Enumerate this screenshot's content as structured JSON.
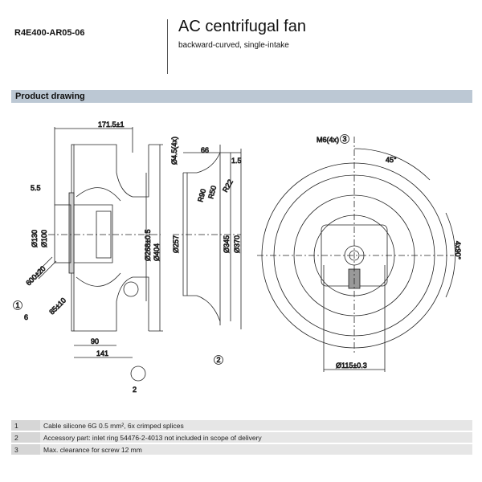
{
  "header": {
    "model": "R4E400-AR05-06",
    "title": "AC centrifugal fan",
    "subtitle": "backward-curved, single-intake"
  },
  "section_title": "Product drawing",
  "drawing": {
    "side_view": {
      "dims": [
        "171.5±1",
        "5.5",
        "Ø130",
        "Ø100",
        "600±20",
        "85±10",
        "6",
        "Ø268±0.5",
        "Ø404",
        "90",
        "141",
        "2"
      ],
      "callout": "1"
    },
    "inlet_ring": {
      "dims": [
        "Ø4.5(4x)",
        "66",
        "1.5",
        "R90",
        "R50",
        "R22",
        "Ø257",
        "Ø345",
        "Ø370"
      ],
      "callout": "2"
    },
    "front_view": {
      "dims": [
        "M6(4x)",
        "45°",
        "4x90°",
        "Ø115±0.3"
      ],
      "callout": "3"
    }
  },
  "notes": [
    {
      "num": "1",
      "text": "Cable silicone 6G 0.5 mm², 6x crimped splices"
    },
    {
      "num": "2",
      "text": "Accessory part: inlet ring 54476-2-4013 not included in scope of delivery"
    },
    {
      "num": "3",
      "text": "Max. clearance for screw 12 mm"
    }
  ]
}
